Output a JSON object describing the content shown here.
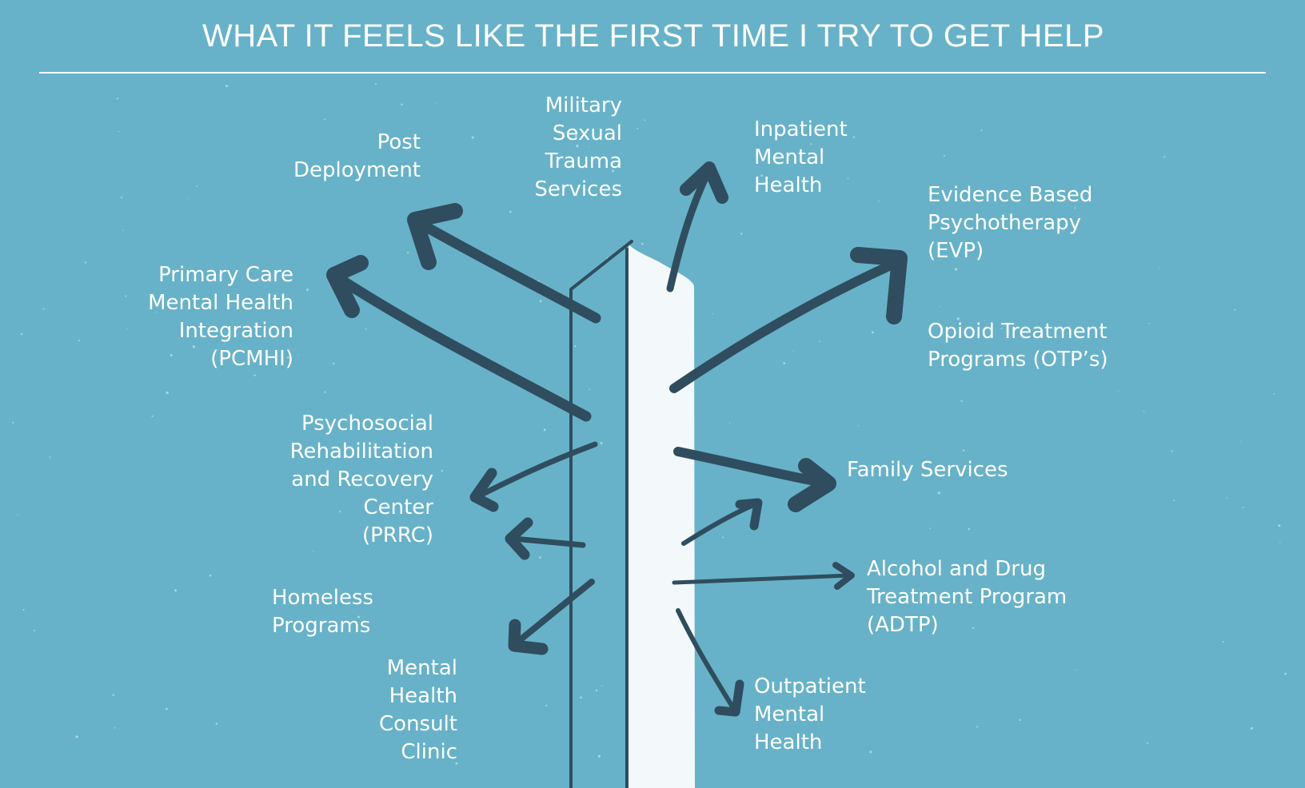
{
  "title": "WHAT IT FEELS LIKE THE FIRST TIME I TRY TO GET HELP",
  "colors": {
    "background": "#67b2c8",
    "arrows": "#2f4d5e",
    "post_face": "#f3f9fb",
    "text": "#ffffff"
  },
  "signpost": {
    "destinations": [
      {
        "id": "post-deployment",
        "lines": [
          "Post",
          "Deployment"
        ]
      },
      {
        "id": "military-sexual-trauma-services",
        "lines": [
          "Military",
          "Sexual",
          "Trauma",
          "Services"
        ]
      },
      {
        "id": "inpatient-mental-health",
        "lines": [
          "Inpatient",
          "Mental",
          "Health"
        ]
      },
      {
        "id": "evidence-based-psychotherapy",
        "lines": [
          "Evidence Based",
          "Psychotherapy",
          "(EVP)"
        ]
      },
      {
        "id": "primary-care-mental-health-integration",
        "lines": [
          "Primary Care",
          "Mental Health",
          "Integration",
          "(PCMHI)"
        ]
      },
      {
        "id": "opioid-treatment-programs",
        "lines": [
          "Opioid Treatment",
          "Programs (OTP’s)"
        ]
      },
      {
        "id": "psychosocial-rehabilitation",
        "lines": [
          "Psychosocial",
          "Rehabilitation",
          "and Recovery",
          "Center",
          "(PRRC)"
        ]
      },
      {
        "id": "family-services",
        "lines": [
          "Family Services"
        ]
      },
      {
        "id": "homeless-programs",
        "lines": [
          "Homeless",
          "Programs"
        ]
      },
      {
        "id": "alcohol-and-drug-treatment",
        "lines": [
          "Alcohol and Drug",
          "Treatment Program",
          "(ADTP)"
        ]
      },
      {
        "id": "mental-health-consult-clinic",
        "lines": [
          "Mental",
          "Health",
          "Consult",
          "Clinic"
        ]
      },
      {
        "id": "outpatient-mental-health",
        "lines": [
          "Outpatient",
          "Mental",
          "Health"
        ]
      }
    ]
  }
}
